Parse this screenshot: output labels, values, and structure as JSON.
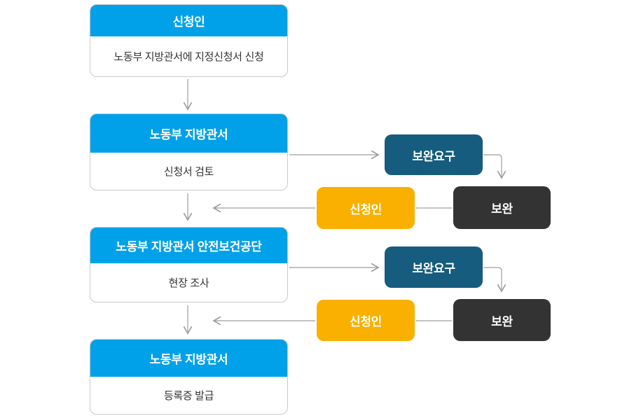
{
  "palette": {
    "blue": "#00A1E9",
    "teal": "#155C7E",
    "orange": "#F9B000",
    "dark": "#333333",
    "line": "#9E9E9E",
    "border": "#C9C9C9",
    "body_text": "#333333"
  },
  "flow": {
    "step1": {
      "title": "신청인",
      "body": "노동부 지방관서에 지정신청서 신청"
    },
    "step2": {
      "title": "노동부 지방관서",
      "body": "신청서 검토"
    },
    "step3": {
      "title": "노동부 지방관서 안전보건공단",
      "body": "현장 조사"
    },
    "step4": {
      "title": "노동부 지방관서",
      "body": "등록증 발급"
    },
    "loop1": {
      "request": "보완요구",
      "supplement": "보완",
      "applicant": "신청인"
    },
    "loop2": {
      "request": "보완요구",
      "supplement": "보완",
      "applicant": "신청인"
    }
  }
}
